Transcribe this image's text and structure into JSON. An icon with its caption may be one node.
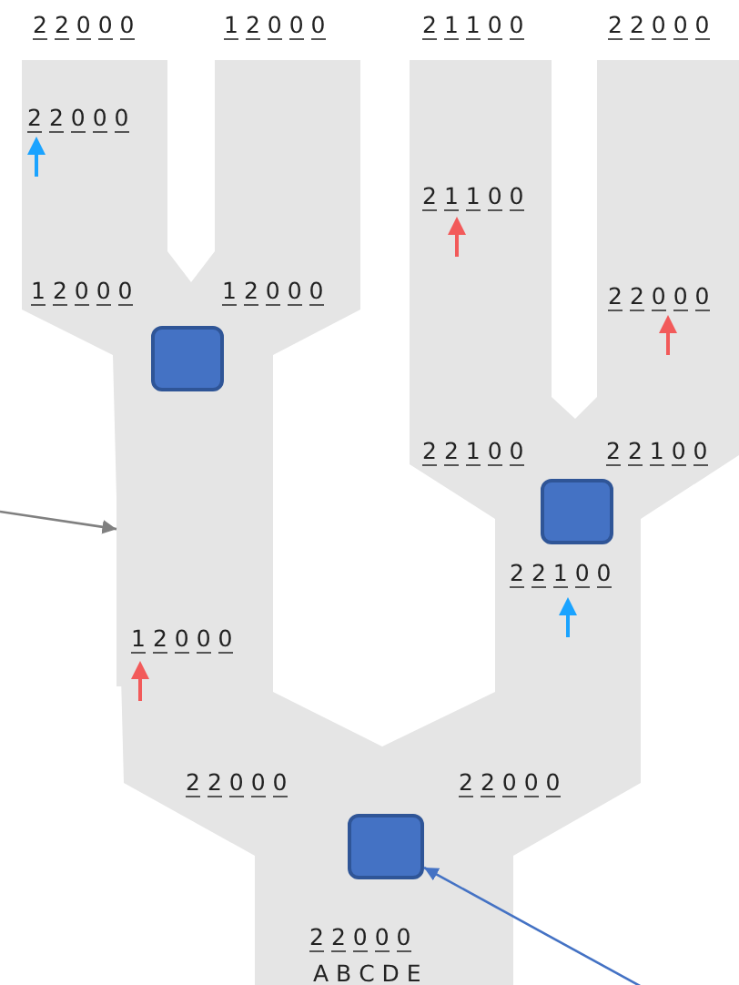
{
  "diagram": {
    "nodes": [
      {
        "text": [],
        "shape": "box"
      },
      {
        "text": [],
        "shape": "bar"
      },
      {
        "text": [],
        "shape": "box"
      },
      {
        "text": [],
        "shape": "box"
      }
    ],
    "edges": [
      {
        "from": null,
        "to": 1,
        "arrow": "to",
        "color": "#808080"
      },
      {
        "from": null,
        "to": 3,
        "arrow": "to",
        "color": "#4472c4"
      }
    ],
    "labels": [
      "2 2 0 0 0",
      "1 2 0 0 0",
      "2 1 1 0 0",
      "2 2 0 0 0",
      "2 2 0 0 0",
      "2 1 1 0 0",
      "1 2 0 0 0",
      "1 2 0 0 0",
      "2 2 0 0 0",
      "2 2 1 0 0",
      "2 2 1 0 0",
      "2 2 1 0 0",
      "1 2 0 0 0",
      "2 2 0 0 0",
      "2 2 0 0 0",
      "2 2 0 0 0",
      "A B C D E"
    ]
  }
}
